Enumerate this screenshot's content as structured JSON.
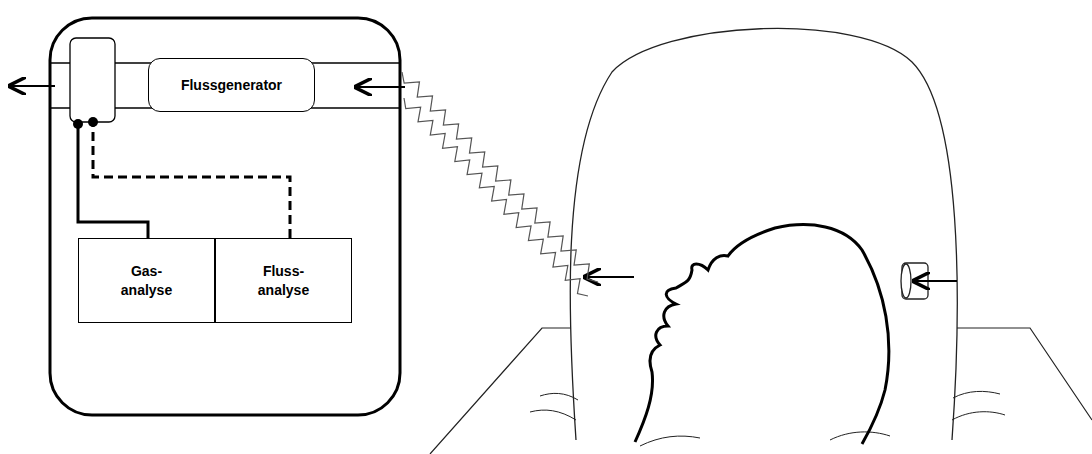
{
  "diagram": {
    "nodes": [
      {
        "text": [
          "Flussgenerator"
        ]
      },
      {
        "text": [
          "Gas- analyse"
        ]
      },
      {
        "text": [
          "Fluss- analyse"
        ]
      }
    ]
  }
}
